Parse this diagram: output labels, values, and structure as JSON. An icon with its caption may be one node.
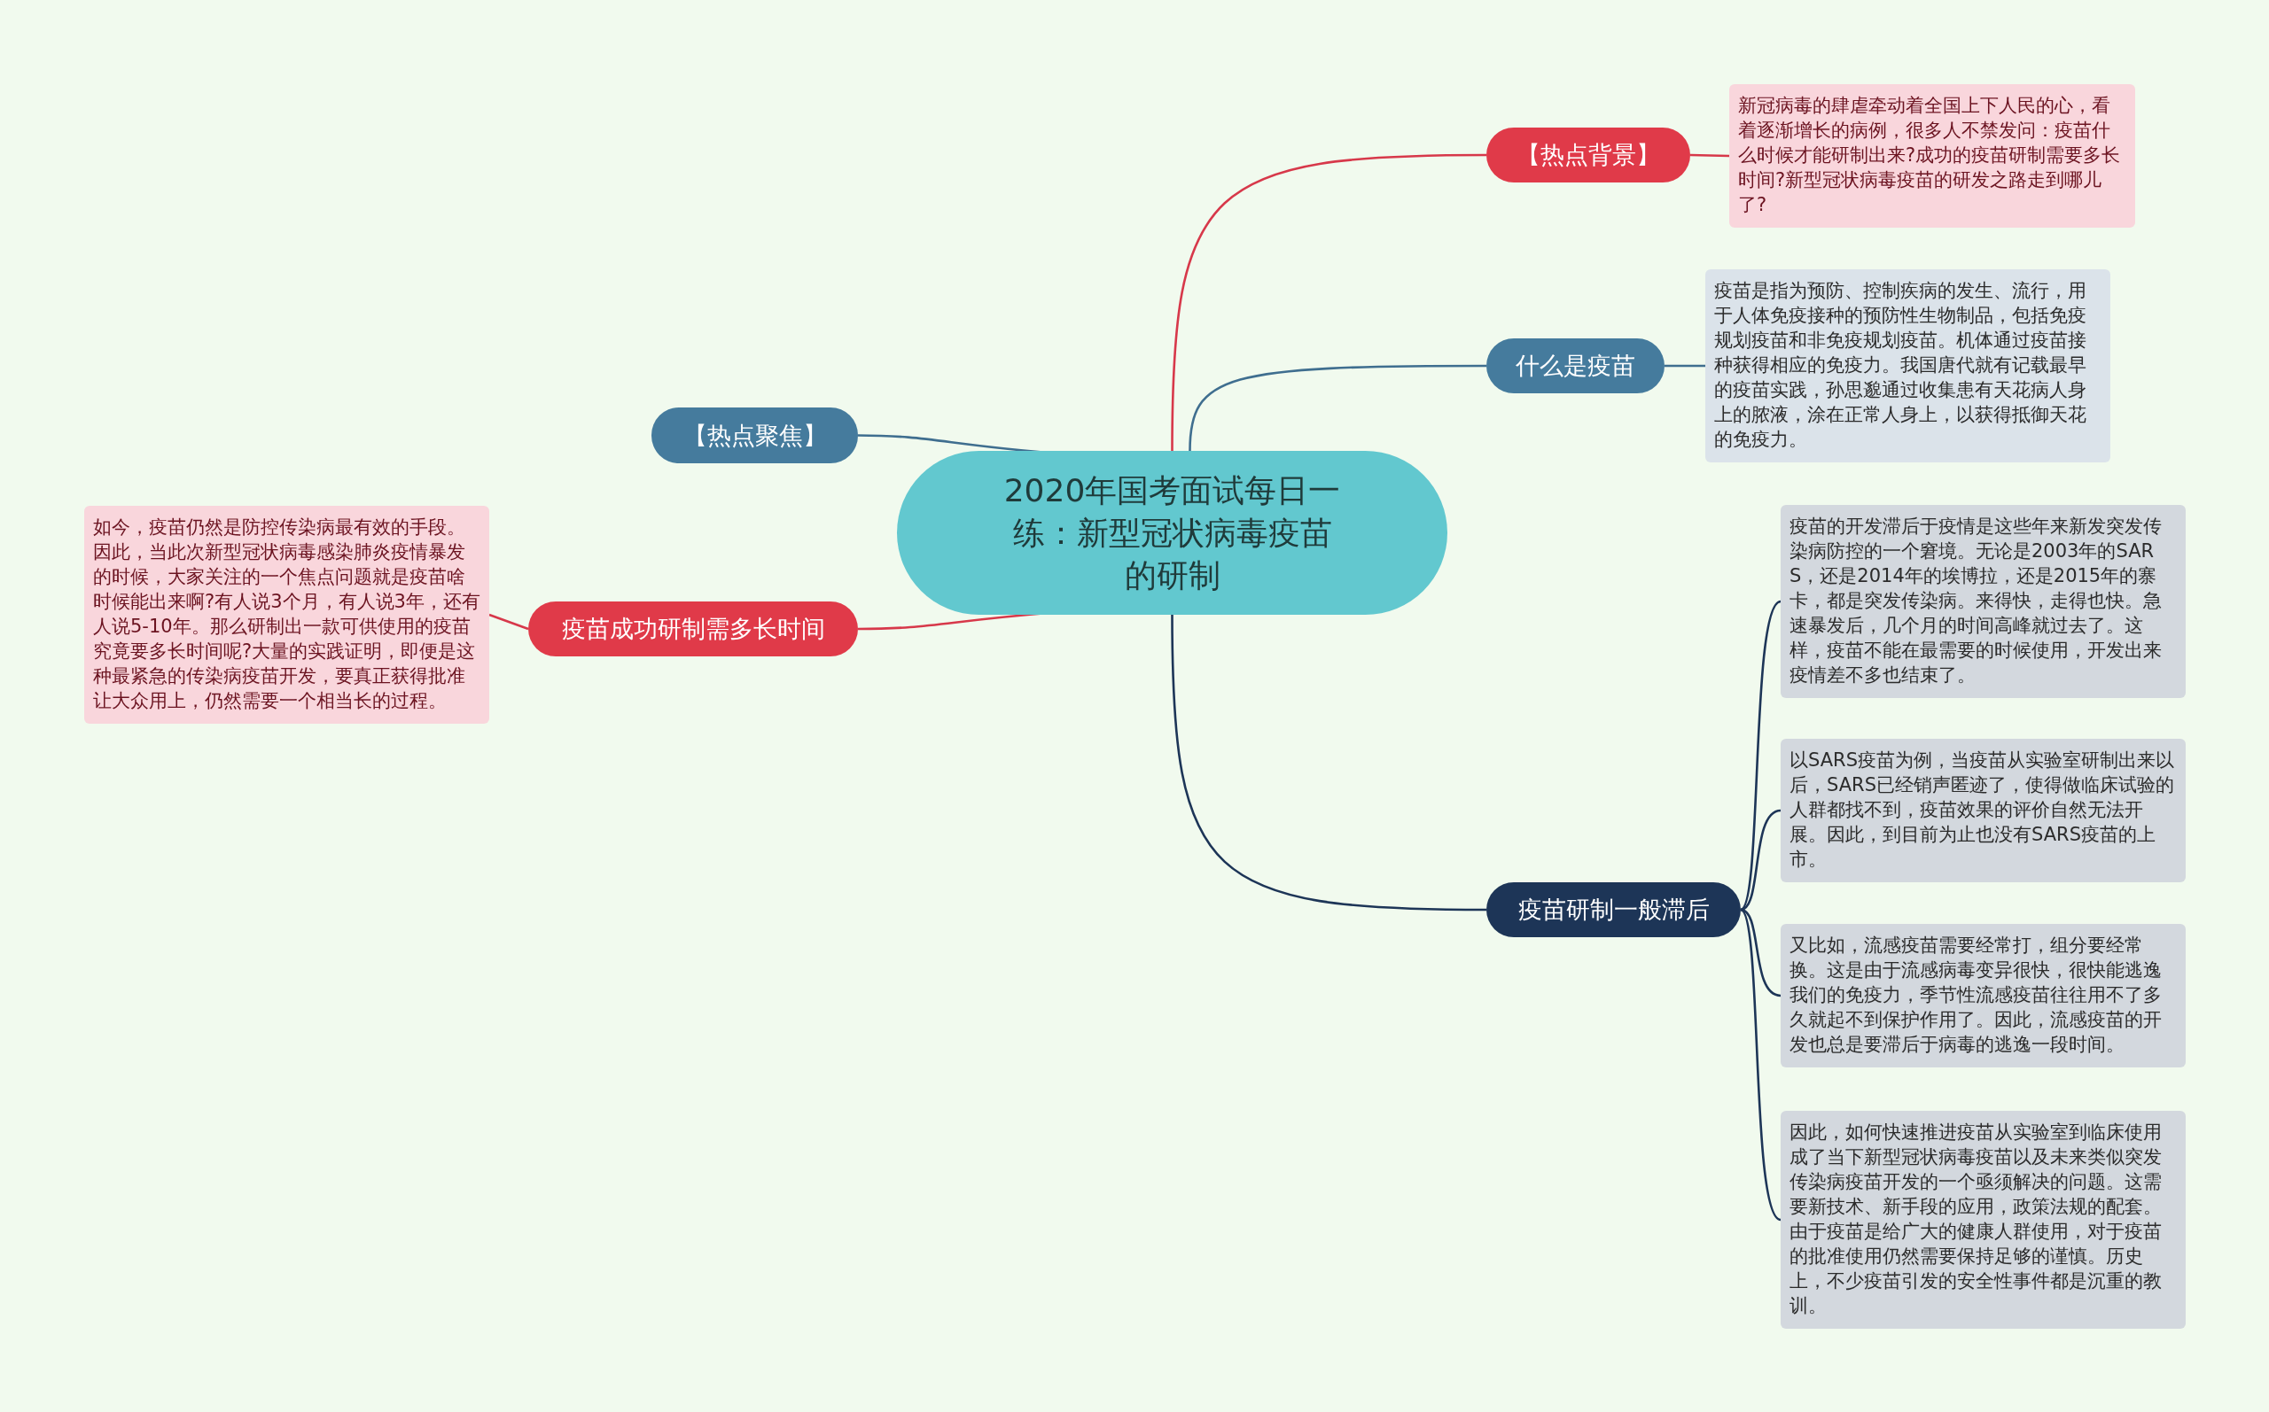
{
  "diagram": {
    "nodes": [
      {
        "text": [
          "2020年国考面试每日一练：新型冠状病毒疫苗的研制"
        ]
      },
      {
        "text": [
          "【热点背景】"
        ]
      },
      {
        "text": [
          "新冠病毒的肆虐牵动着全国上下人民的心，看着逐渐增长的病例，很多人不禁发问：疫苗什么时候才能研制出来?成功的疫苗研制需要多长时间?新型冠状病毒疫苗的研发之路走到哪儿了?"
        ]
      },
      {
        "text": [
          "什么是疫苗"
        ]
      },
      {
        "text": [
          "疫苗是指为预防、控制疾病的发生、流行，用于人体免疫接种的预防性生物制品，包括免疫规划疫苗和非免疫规划疫苗。机体通过疫苗接种获得相应的免疫力。我国唐代就有记载最早的疫苗实践，孙思邈通过收集患有天花病人身上的脓液，涂在正常人身上，以获得抵御天花的免疫力。"
        ]
      },
      {
        "text": [
          "疫苗研制一般滞后"
        ]
      },
      {
        "text": [
          "疫苗的开发滞后于疫情是这些年来新发突发传染病防控的一个窘境。无论是2003年的SARS，还是2014年的埃博拉，还是2015年的寨卡，都是突发传染病。来得快，走得也快。急速暴发后，几个月的时间高峰就过去了。这样，疫苗不能在最需要的时候使用，开发出来疫情差不多也结束了。"
        ]
      },
      {
        "text": [
          "以SARS疫苗为例，当疫苗从实验室研制出来以后，SARS已经销声匿迹了，使得做临床试验的人群都找不到，疫苗效果的评价自然无法开展。因此，到目前为止也没有SARS疫苗的上市。"
        ]
      },
      {
        "text": [
          "又比如，流感疫苗需要经常打，组分要经常换。这是由于流感病毒变异很快，很快能逃逸我们的免疫力，季节性流感疫苗往往用不了多久就起不到保护作用了。因此，流感疫苗的开发也总是要滞后于病毒的逃逸一段时间。"
        ]
      },
      {
        "text": [
          "因此，如何快速推进疫苗从实验室到临床使用成了当下新型冠状病毒疫苗以及未来类似突发传染病疫苗开发的一个亟须解决的问题。这需要新技术、新手段的应用，政策法规的配套。由于疫苗是给广大的健康人群使用，对于疫苗的批准使用仍然需要保持足够的谨慎。历史上，不少疫苗引发的安全性事件都是沉重的教训。"
        ]
      },
      {
        "text": [
          "【热点聚焦】"
        ]
      },
      {
        "text": [
          "疫苗成功研制需多长时间"
        ]
      },
      {
        "text": [
          "如今，疫苗仍然是防控传染病最有效的手段。因此，当此次新型冠状病毒感染肺炎疫情暴发的时候，大家关注的一个焦点问题就是疫苗啥时候能出来啊?有人说3个月，有人说3年，还有人说5-10年。那么研制出一款可供使用的疫苗究竟要多长时间呢?大量的实践证明，即便是这种最紧急的传染病疫苗开发，要真正获得批准让大众用上，仍然需要一个相当长的过程。"
        ]
      }
    ],
    "edges": [
      {
        "from": 0,
        "to": 1,
        "arrow": "none",
        "color": "#d7384a"
      },
      {
        "from": 1,
        "to": 2,
        "arrow": "none",
        "color": "#d7384a"
      },
      {
        "from": 0,
        "to": 3,
        "arrow": "none",
        "color": "#3f6e8f"
      },
      {
        "from": 3,
        "to": 4,
        "arrow": "none",
        "color": "#3f6e8f"
      },
      {
        "from": 0,
        "to": 5,
        "arrow": "none"
      },
      {
        "from": 5,
        "to": 6,
        "arrow": "none"
      },
      {
        "from": 5,
        "to": 7,
        "arrow": "none"
      },
      {
        "from": 5,
        "to": 8,
        "arrow": "none"
      },
      {
        "from": 5,
        "to": 9,
        "arrow": "none"
      },
      {
        "from": 0,
        "to": 10,
        "arrow": "none",
        "color": "#3f6e8f"
      },
      {
        "from": 0,
        "to": 11,
        "arrow": "none",
        "color": "#d7384a"
      },
      {
        "from": 11,
        "to": 12,
        "arrow": "none",
        "color": "#d7384a"
      }
    ]
  }
}
